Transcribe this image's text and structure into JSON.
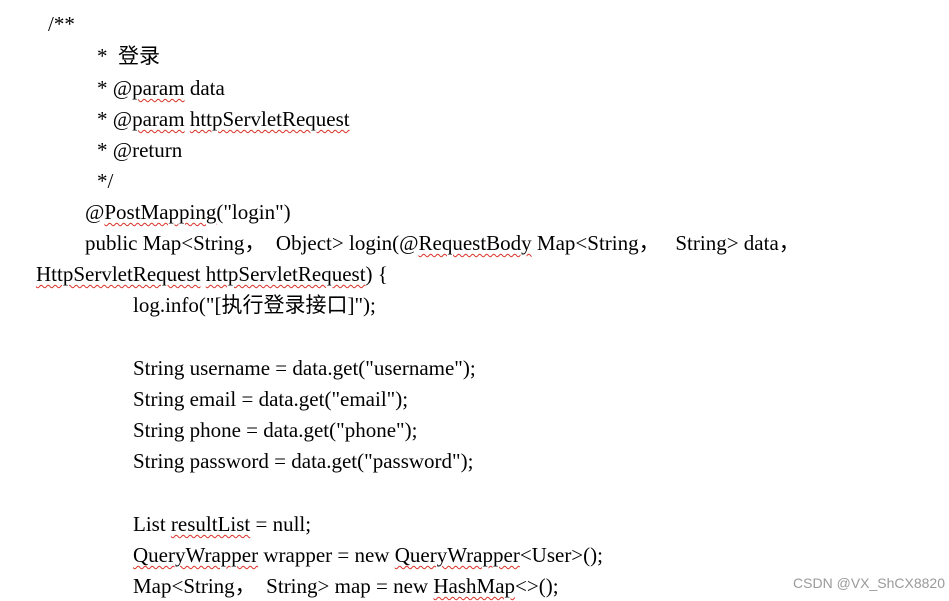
{
  "doc": {
    "l01": "/**",
    "l02": "*  登录",
    "l03a": "* @",
    "l03b": "param",
    "l03c": " data",
    "l04a": "* @",
    "l04b": "param",
    "l04c": " ",
    "l04d": "httpServletRequest",
    "l05": "* @return",
    "l06": "*/",
    "l07a": "@",
    "l07b": "PostMapping",
    "l07c": "(\"login\")",
    "l08a": "public Map<String，  Object> login(@",
    "l08b": "RequestBody",
    "l08c": " Map<String，   String> data，",
    "l09a": "HttpServletRequest",
    "l09b": " ",
    "l09c": "httpServletRequest",
    "l09d": ") {",
    "l10": "log.info(\"[执行登录接口]\");",
    "l11": "String username = data.get(\"username\");",
    "l12": "String email = data.get(\"email\");",
    "l13": "String phone = data.get(\"phone\");",
    "l14": "String password = data.get(\"password\");",
    "l15a": "List ",
    "l15b": "resultList",
    "l15c": " = null;",
    "l16a": "QueryWrapper",
    "l16b": " wrapper = new ",
    "l16c": "QueryWrapper",
    "l16d": "<User>();",
    "l17a": "Map<String，  String> map = new ",
    "l17b": "HashMap",
    "l17c": "<>();"
  },
  "watermark": "CSDN @VX_ShCX8820"
}
